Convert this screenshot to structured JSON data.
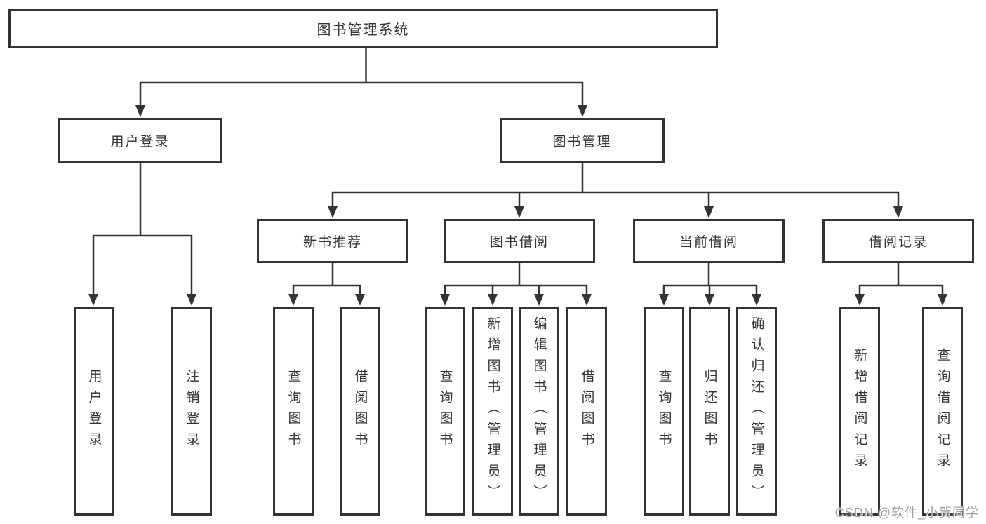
{
  "tree": {
    "label": "图书管理系统",
    "children": [
      {
        "label": "用户登录",
        "children": [
          {
            "label": "用户登录"
          },
          {
            "label": "注销登录"
          }
        ]
      },
      {
        "label": "图书管理",
        "children": [
          {
            "label": "新书推荐",
            "children": [
              {
                "label": "查询图书"
              },
              {
                "label": "借阅图书"
              }
            ]
          },
          {
            "label": "图书借阅",
            "children": [
              {
                "label": "查询图书"
              },
              {
                "label": "新增图书（管理员）"
              },
              {
                "label": "编辑图书（管理员）"
              },
              {
                "label": "借阅图书"
              }
            ]
          },
          {
            "label": "当前借阅",
            "children": [
              {
                "label": "查询图书"
              },
              {
                "label": "归还图书"
              },
              {
                "label": "确认归还（管理员）"
              }
            ]
          },
          {
            "label": "借阅记录",
            "children": [
              {
                "label": "新增借阅记录"
              },
              {
                "label": "查询借阅记录"
              }
            ]
          }
        ]
      }
    ]
  },
  "watermark": {
    "text": "CSDN @软件_小贺同学"
  },
  "colors": {
    "line": "#333333",
    "text": "#333333",
    "watermark": "#a0a0a0",
    "background": "#ffffff"
  }
}
